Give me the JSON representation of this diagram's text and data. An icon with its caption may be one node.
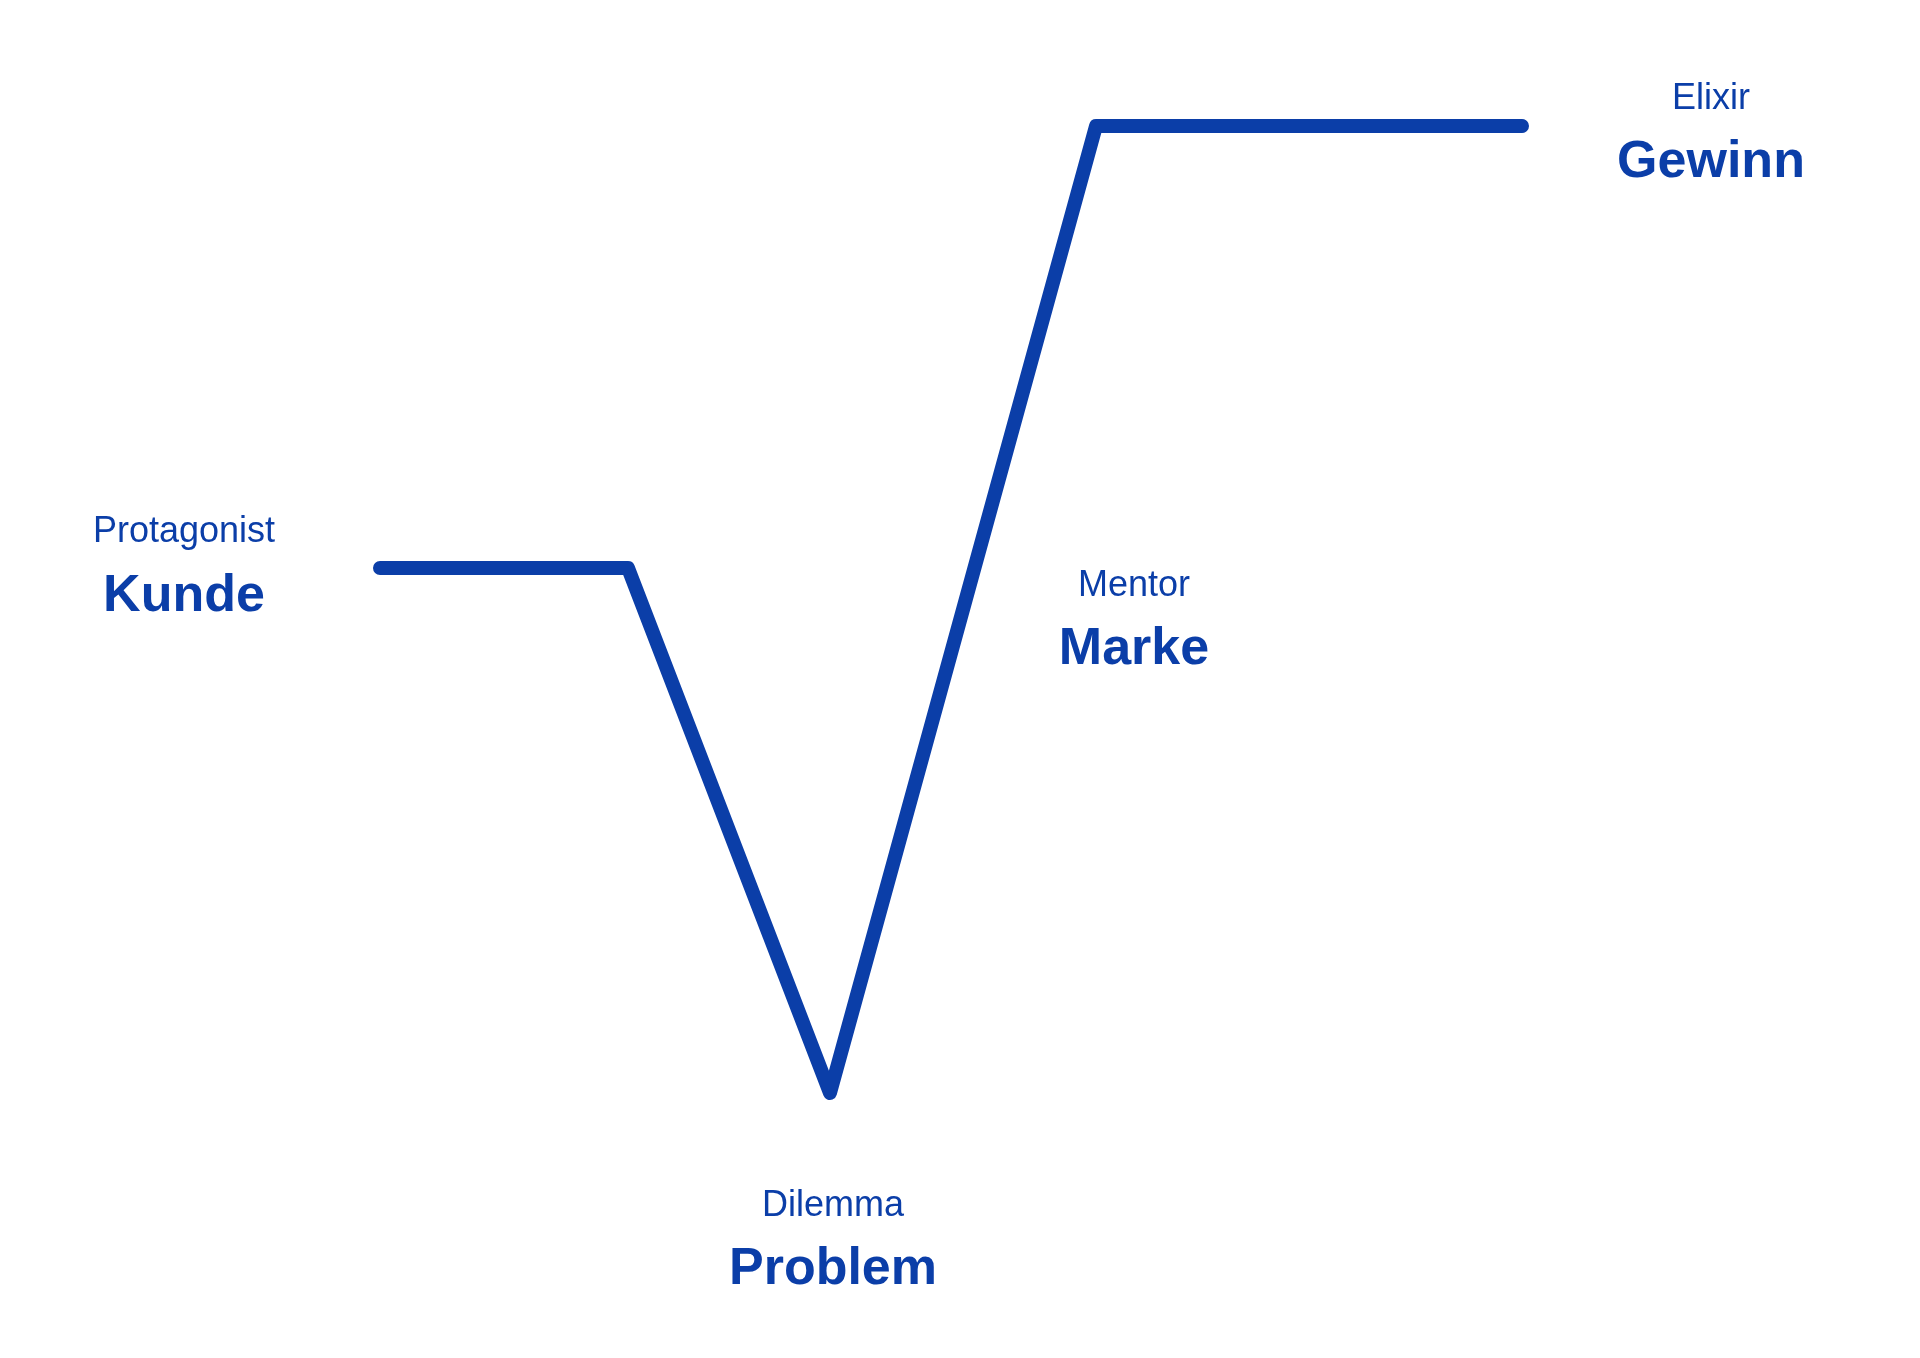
{
  "diagram": {
    "labels": [
      "Elixir",
      "Gewinn",
      "Protagonist",
      "Kunde",
      "Mentor",
      "Marke",
      "Dilemma",
      "Problem"
    ]
  }
}
